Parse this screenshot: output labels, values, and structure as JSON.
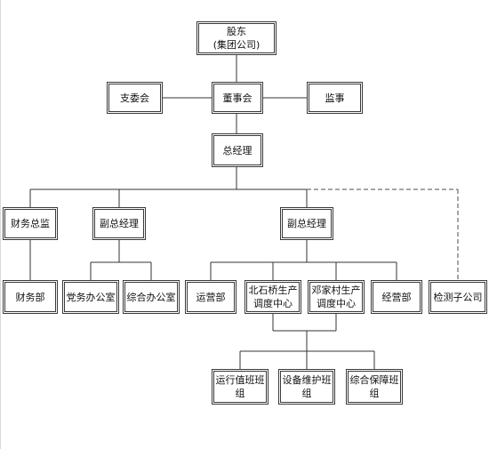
{
  "org_chart": {
    "shareholder": "股东\n(集团公司)",
    "party_branch": "支委会",
    "board": "董事会",
    "supervisor": "监事",
    "general_manager": "总经理",
    "finance_director": "财务总监",
    "deputy_gm_1": "副总经理",
    "deputy_gm_2": "副总经理",
    "finance_dept": "财务部",
    "party_office": "党务办公室",
    "general_office": "综合办公室",
    "operations_dept": "运营部",
    "beishiqiao_center": "北石桥生产\n调度中心",
    "dengjiacun_center": "邓家村生产\n调度中心",
    "business_dept": "经营部",
    "testing_subsidiary": "检测子公司",
    "operation_duty_team": "运行值班班\n组",
    "equipment_maintenance_team": "设备维护班\n组",
    "support_team": "综合保障班\n组"
  },
  "colors": {
    "line": "#333333",
    "dashed_line": "#888888",
    "border": "#3a3a3a"
  }
}
